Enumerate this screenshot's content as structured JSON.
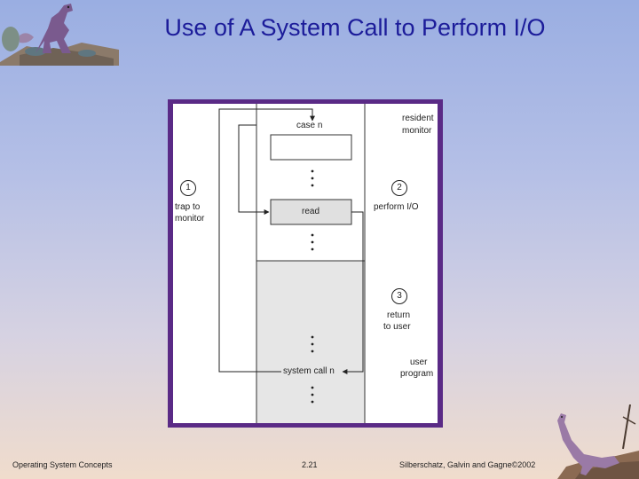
{
  "slide": {
    "title": "Use of A System Call to Perform I/O"
  },
  "diagram": {
    "labels": {
      "resident_monitor_1": "resident",
      "resident_monitor_2": "monitor",
      "case_n": "case n",
      "read": "read",
      "trap_1": "trap to",
      "trap_2": "monitor",
      "perform_io": "perform I/O",
      "return_1": "return",
      "return_2": "to user",
      "system_call": "system call n",
      "user_program_1": "user",
      "user_program_2": "program"
    },
    "steps": [
      "1",
      "2",
      "3"
    ]
  },
  "footer": {
    "left": "Operating System Concepts",
    "center": "2.21",
    "right": "Silberschatz, Galvin and Gagne©2002"
  }
}
